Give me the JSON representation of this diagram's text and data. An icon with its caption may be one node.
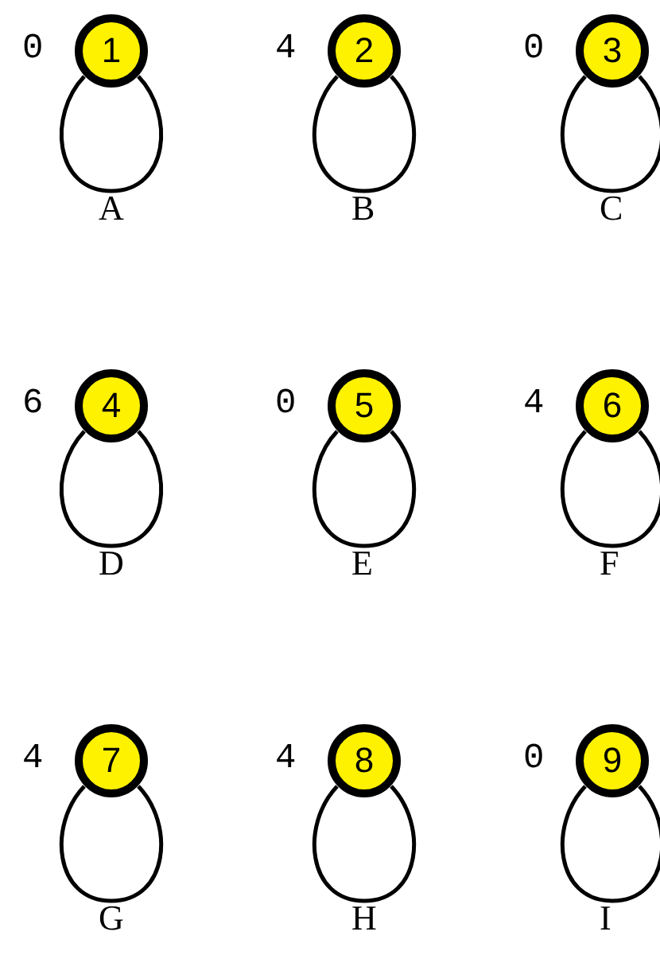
{
  "diagram": {
    "nodes": [
      {
        "text": [
          "1"
        ],
        "beside": [
          "0",
          "A"
        ]
      },
      {
        "text": [
          "2"
        ],
        "beside": [
          "4",
          "B"
        ]
      },
      {
        "text": [
          "3"
        ],
        "beside": [
          "0",
          "C"
        ]
      },
      {
        "text": [
          "4"
        ],
        "beside": [
          "6",
          "D"
        ]
      },
      {
        "text": [
          "5"
        ],
        "beside": [
          "0",
          "E"
        ]
      },
      {
        "text": [
          "6"
        ],
        "beside": [
          "4",
          "F"
        ]
      },
      {
        "text": [
          "7"
        ],
        "beside": [
          "4",
          "G"
        ]
      },
      {
        "text": [
          "8"
        ],
        "beside": [
          "4",
          "H"
        ]
      },
      {
        "text": [
          "9"
        ],
        "beside": [
          "0",
          "I"
        ]
      }
    ],
    "edges": [
      {
        "from": 0,
        "to": 0,
        "arrow": "none"
      },
      {
        "from": 1,
        "to": 1,
        "arrow": "none"
      },
      {
        "from": 2,
        "to": 2,
        "arrow": "none"
      },
      {
        "from": 3,
        "to": 3,
        "arrow": "none"
      },
      {
        "from": 4,
        "to": 4,
        "arrow": "none"
      },
      {
        "from": 5,
        "to": 5,
        "arrow": "none"
      },
      {
        "from": 6,
        "to": 6,
        "arrow": "none"
      },
      {
        "from": 7,
        "to": 7,
        "arrow": "none"
      },
      {
        "from": 8,
        "to": 8,
        "arrow": "none"
      }
    ]
  }
}
